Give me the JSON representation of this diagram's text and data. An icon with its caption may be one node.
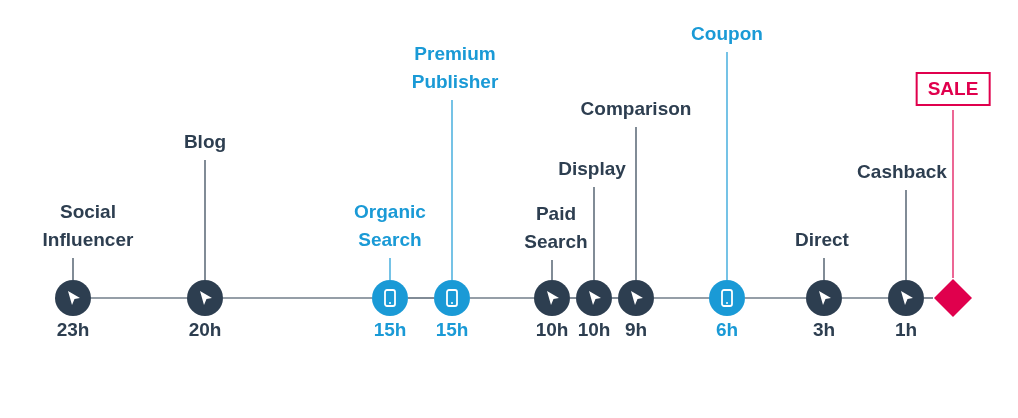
{
  "diagram": {
    "nodes": [
      {
        "text": [
          "Social Influencer"
        ]
      },
      {
        "text": [],
        "shape": "circle",
        "beside": [
          "23h"
        ]
      },
      {
        "text": [
          "Blog"
        ]
      },
      {
        "text": [],
        "shape": "circle",
        "beside": [
          "20h"
        ]
      },
      {
        "text": [
          "Organic Search"
        ]
      },
      {
        "text": [],
        "shape": "circle",
        "beside": [
          "15h"
        ]
      },
      {
        "text": [
          "Premium Publisher"
        ]
      },
      {
        "text": [],
        "shape": "circle",
        "beside": [
          "15h"
        ]
      },
      {
        "text": [
          "Paid Search"
        ]
      },
      {
        "text": [],
        "shape": "circle",
        "beside": [
          "10h"
        ]
      },
      {
        "text": [
          "Display"
        ]
      },
      {
        "text": [],
        "shape": "circle",
        "beside": [
          "10h"
        ]
      },
      {
        "text": [
          "Comparison"
        ]
      },
      {
        "text": [],
        "shape": "circle",
        "beside": [
          "9h"
        ]
      },
      {
        "text": [
          "Coupon"
        ]
      },
      {
        "text": [],
        "shape": "circle",
        "beside": [
          "6h"
        ]
      },
      {
        "text": [
          "Direct"
        ]
      },
      {
        "text": [],
        "shape": "circle",
        "beside": [
          "3h"
        ]
      },
      {
        "text": [
          "Cashback"
        ]
      },
      {
        "text": [],
        "shape": "circle",
        "beside": [
          "1h"
        ]
      },
      {
        "text": [
          "SALE"
        ]
      },
      {
        "text": [],
        "shape": "diamond"
      }
    ],
    "edges": [
      {
        "from": 0,
        "to": 1,
        "arrow": "none"
      },
      {
        "from": 2,
        "to": 3,
        "arrow": "none"
      },
      {
        "from": 4,
        "to": 5,
        "arrow": "none",
        "color": "#1a9ad6"
      },
      {
        "from": 6,
        "to": 7,
        "arrow": "none",
        "color": "#1a9ad6"
      },
      {
        "from": 8,
        "to": 9,
        "arrow": "none"
      },
      {
        "from": 10,
        "to": 11,
        "arrow": "none"
      },
      {
        "from": 12,
        "to": 13,
        "arrow": "none"
      },
      {
        "from": 14,
        "to": 15,
        "arrow": "none",
        "color": "#1a9ad6"
      },
      {
        "from": 16,
        "to": 17,
        "arrow": "none"
      },
      {
        "from": 18,
        "to": 19,
        "arrow": "none"
      },
      {
        "from": 20,
        "to": 21,
        "arrow": "none",
        "color": "#e0004d"
      },
      {
        "from": 1,
        "to": 3,
        "arrow": "none"
      },
      {
        "from": 3,
        "to": 5,
        "arrow": "none"
      },
      {
        "from": 5,
        "to": 7,
        "arrow": "none"
      },
      {
        "from": 7,
        "to": 9,
        "arrow": "none"
      },
      {
        "from": 9,
        "to": 11,
        "arrow": "none"
      },
      {
        "from": 11,
        "to": 13,
        "arrow": "none"
      },
      {
        "from": 13,
        "to": 15,
        "arrow": "none"
      },
      {
        "from": 15,
        "to": 17,
        "arrow": "none"
      },
      {
        "from": 17,
        "to": 19,
        "arrow": "none"
      },
      {
        "from": 19,
        "to": 21,
        "arrow": "none"
      }
    ]
  }
}
